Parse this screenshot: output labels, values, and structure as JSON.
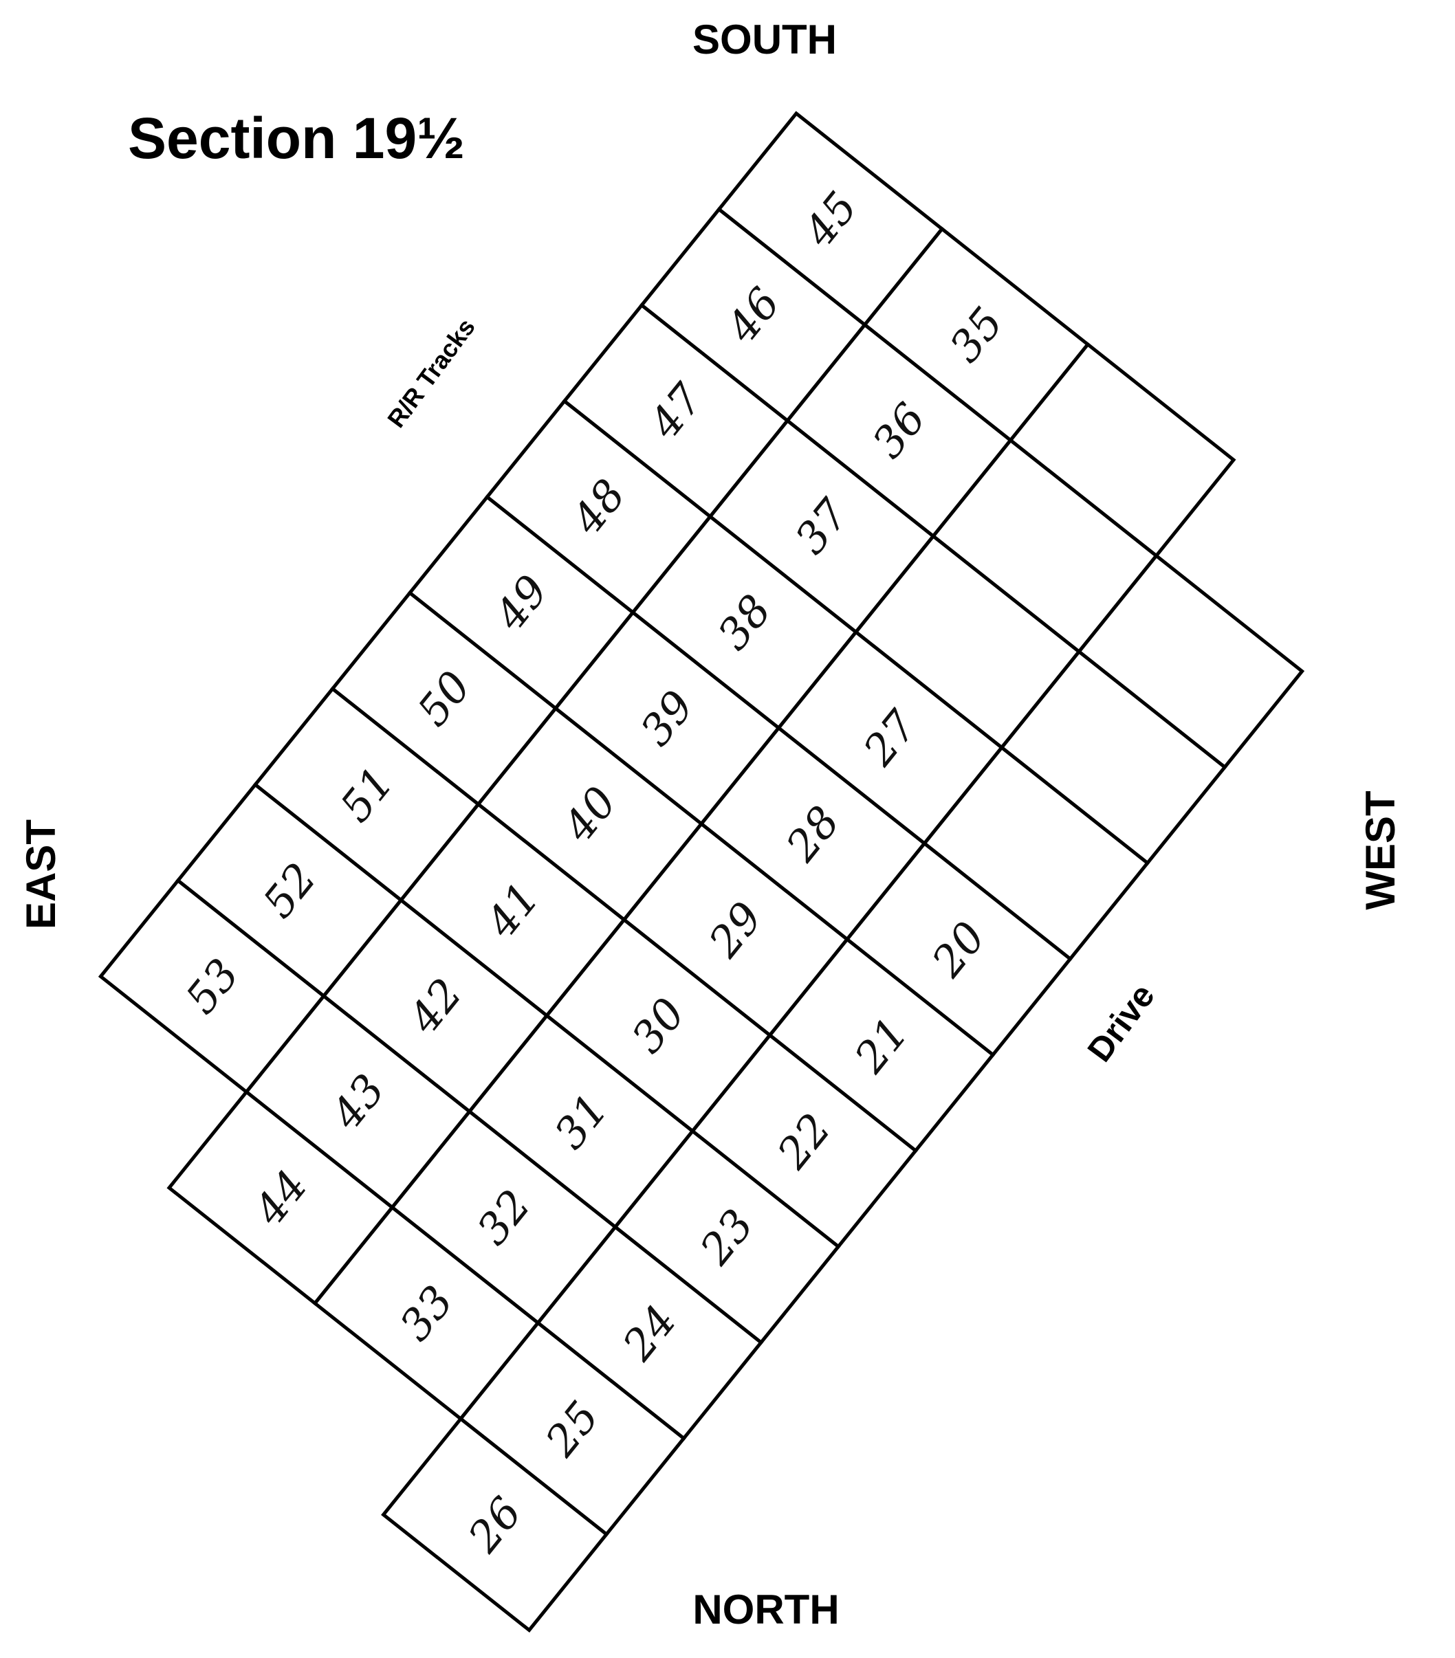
{
  "map": {
    "title": "Section 19½",
    "directions": {
      "top": "SOUTH",
      "bottom": "NORTH",
      "left": "EAST",
      "right": "WEST"
    },
    "features": {
      "tracks": "R/R Tracks",
      "drive": "Drive"
    },
    "line_color": "#000000",
    "plots": [
      {
        "label": "45",
        "block": "A",
        "col": 0,
        "row": 0
      },
      {
        "label": "46",
        "block": "A",
        "col": 0,
        "row": 1
      },
      {
        "label": "47",
        "block": "A",
        "col": 0,
        "row": 2
      },
      {
        "label": "48",
        "block": "A",
        "col": 0,
        "row": 3
      },
      {
        "label": "49",
        "block": "A",
        "col": 0,
        "row": 4
      },
      {
        "label": "50",
        "block": "A",
        "col": 0,
        "row": 5
      },
      {
        "label": "51",
        "block": "A",
        "col": 0,
        "row": 6
      },
      {
        "label": "52",
        "block": "A",
        "col": 0,
        "row": 7
      },
      {
        "label": "53",
        "block": "A",
        "col": 0,
        "row": 8
      },
      {
        "label": "35",
        "block": "B",
        "col": 0,
        "row": 0
      },
      {
        "label": "36",
        "block": "B",
        "col": 0,
        "row": 1
      },
      {
        "label": "37",
        "block": "B",
        "col": 0,
        "row": 2
      },
      {
        "label": "38",
        "block": "B",
        "col": 0,
        "row": 3
      },
      {
        "label": "39",
        "block": "B",
        "col": 0,
        "row": 4
      },
      {
        "label": "40",
        "block": "B",
        "col": 0,
        "row": 5
      },
      {
        "label": "41",
        "block": "B",
        "col": 0,
        "row": 6
      },
      {
        "label": "42",
        "block": "B",
        "col": 0,
        "row": 7
      },
      {
        "label": "43",
        "block": "B",
        "col": 0,
        "row": 8
      },
      {
        "label": "44",
        "block": "B",
        "col": 0,
        "row": 9
      },
      {
        "label": "",
        "block": "B",
        "col": 1,
        "row": 0
      },
      {
        "label": "",
        "block": "B",
        "col": 1,
        "row": 1
      },
      {
        "label": "",
        "block": "B",
        "col": 1,
        "row": 2
      },
      {
        "label": "27",
        "block": "B",
        "col": 1,
        "row": 3
      },
      {
        "label": "28",
        "block": "B",
        "col": 1,
        "row": 4
      },
      {
        "label": "29",
        "block": "B",
        "col": 1,
        "row": 5
      },
      {
        "label": "30",
        "block": "B",
        "col": 1,
        "row": 6
      },
      {
        "label": "31",
        "block": "B",
        "col": 1,
        "row": 7
      },
      {
        "label": "32",
        "block": "B",
        "col": 1,
        "row": 8
      },
      {
        "label": "33",
        "block": "B",
        "col": 1,
        "row": 9
      },
      {
        "label": "",
        "block": "B",
        "col": 2,
        "row": 1
      },
      {
        "label": "",
        "block": "B",
        "col": 2,
        "row": 2
      },
      {
        "label": "",
        "block": "B",
        "col": 2,
        "row": 3
      },
      {
        "label": "20",
        "block": "B",
        "col": 2,
        "row": 4
      },
      {
        "label": "21",
        "block": "B",
        "col": 2,
        "row": 5
      },
      {
        "label": "22",
        "block": "B",
        "col": 2,
        "row": 6
      },
      {
        "label": "23",
        "block": "B",
        "col": 2,
        "row": 7
      },
      {
        "label": "24",
        "block": "B",
        "col": 2,
        "row": 8
      },
      {
        "label": "25",
        "block": "B",
        "col": 2,
        "row": 9
      },
      {
        "label": "26",
        "block": "B",
        "col": 2,
        "row": 10
      }
    ]
  }
}
